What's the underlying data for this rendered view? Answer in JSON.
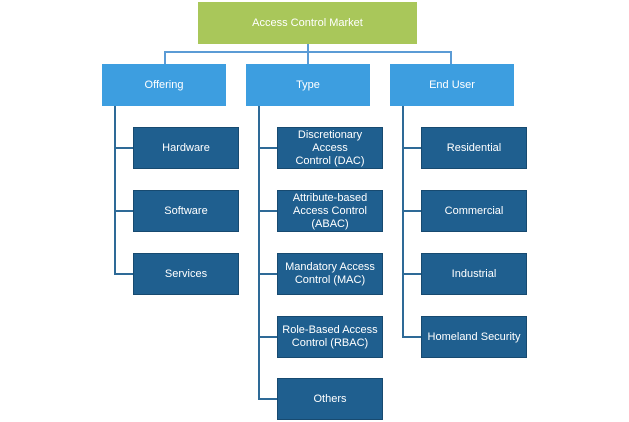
{
  "root": {
    "label": "Access Control Market"
  },
  "categories": [
    {
      "label": "Offering",
      "items": [
        "Hardware",
        "Software",
        "Services"
      ]
    },
    {
      "label": "Type",
      "items": [
        "Discretionary Access\nControl (DAC)",
        "Attribute-based\nAccess Control (ABAC)",
        "Mandatory Access\nControl (MAC)",
        "Role-Based Access\nControl (RBAC)",
        "Others"
      ]
    },
    {
      "label": "End User",
      "items": [
        "Residential",
        "Commercial",
        "Industrial",
        "Homeland Security"
      ]
    }
  ],
  "colors": {
    "root": "#a9c75a",
    "category": "#3d9ee0",
    "leaf": "#1f5f8f",
    "connector": "#5b9bd5"
  }
}
